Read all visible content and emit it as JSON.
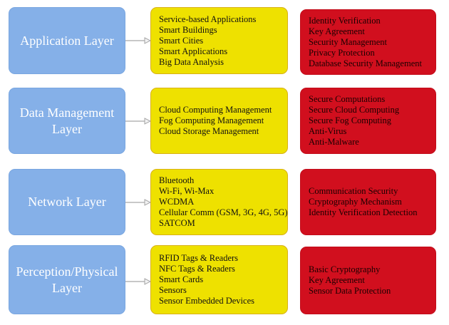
{
  "diagram": {
    "title": "IoT layered architecture: layers, enabling technologies, and security services",
    "colors": {
      "layer_box": "#85B0E8",
      "technology_box": "#EEE100",
      "security_box": "#D10F1E",
      "layer_text": "#FFFFFF",
      "item_text": "#111111",
      "arrow": "#A6A6A6",
      "background": "#FFFFFF"
    },
    "rows": [
      {
        "layer": "Application Layer",
        "technologies": [
          "Service-based Applications",
          "Smart Buildings",
          "Smart Cities",
          "Smart Applications",
          "Big Data Analysis"
        ],
        "security": [
          "Identity Verification",
          "Key Agreement",
          "Security Management",
          "Privacy Protection",
          "Database Security Management"
        ]
      },
      {
        "layer": "Data Management Layer",
        "technologies": [
          "Cloud Computing Management",
          "Fog Computing Management",
          "Cloud Storage Management"
        ],
        "security": [
          "Secure Computations",
          "Secure Cloud Computing",
          "Secure Fog Computing",
          "Anti-Virus",
          "Anti-Malware"
        ]
      },
      {
        "layer": "Network Layer",
        "technologies": [
          "Bluetooth",
          "Wi-Fi, Wi-Max",
          "WCDMA",
          "Cellular Comm (GSM, 3G, 4G, 5G)",
          "SATCOM"
        ],
        "security": [
          "Communication Security",
          "Cryptography Mechanism",
          "Identity Verification Detection"
        ]
      },
      {
        "layer": "Perception/Physical Layer",
        "technologies": [
          "RFID Tags & Readers",
          "NFC Tags & Readers",
          "Smart Cards",
          "Sensors",
          "Sensor Embedded Devices"
        ],
        "security": [
          "Basic Cryptography",
          "Key Agreement",
          "Sensor Data Protection"
        ]
      }
    ]
  }
}
